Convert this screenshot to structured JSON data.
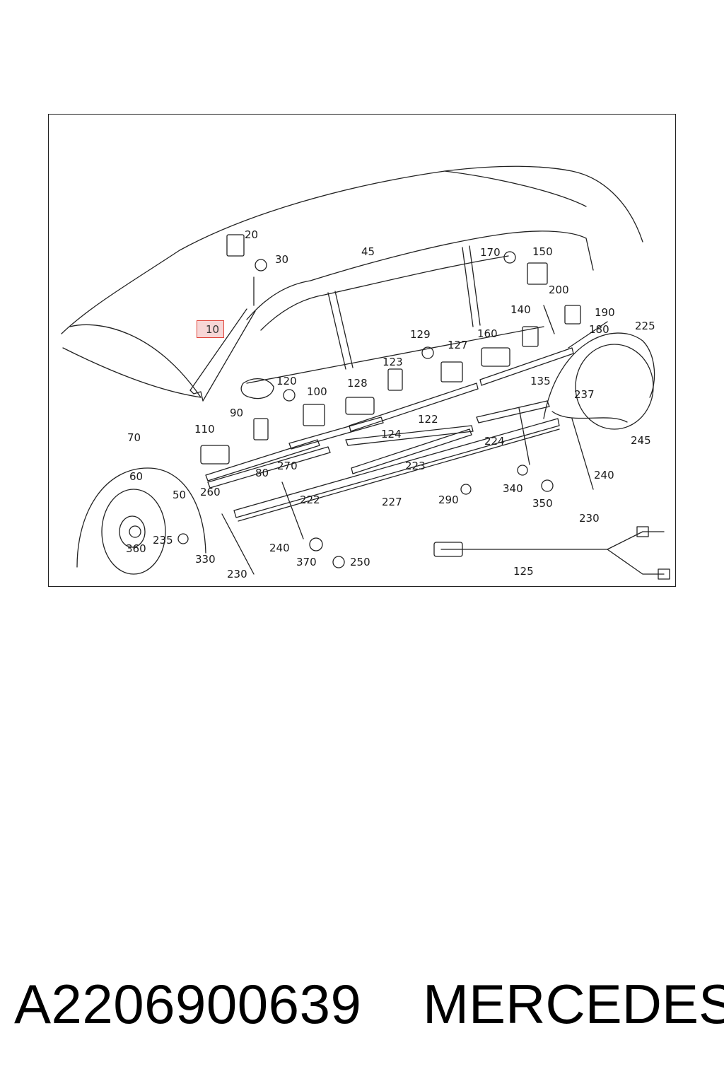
{
  "diagram": {
    "callouts": [
      {
        "label": "10",
        "highlighted": true
      },
      {
        "label": "20"
      },
      {
        "label": "30"
      },
      {
        "label": "45"
      },
      {
        "label": "170"
      },
      {
        "label": "150"
      },
      {
        "label": "200"
      },
      {
        "label": "190"
      },
      {
        "label": "180"
      },
      {
        "label": "225"
      },
      {
        "label": "140"
      },
      {
        "label": "129"
      },
      {
        "label": "127"
      },
      {
        "label": "160"
      },
      {
        "label": "123"
      },
      {
        "label": "128"
      },
      {
        "label": "120"
      },
      {
        "label": "100"
      },
      {
        "label": "135"
      },
      {
        "label": "237"
      },
      {
        "label": "90"
      },
      {
        "label": "122"
      },
      {
        "label": "124"
      },
      {
        "label": "245"
      },
      {
        "label": "110"
      },
      {
        "label": "70"
      },
      {
        "label": "224"
      },
      {
        "label": "270"
      },
      {
        "label": "80"
      },
      {
        "label": "223"
      },
      {
        "label": "240"
      },
      {
        "label": "60"
      },
      {
        "label": "340"
      },
      {
        "label": "260"
      },
      {
        "label": "50"
      },
      {
        "label": "290"
      },
      {
        "label": "350"
      },
      {
        "label": "222"
      },
      {
        "label": "227"
      },
      {
        "label": "230"
      },
      {
        "label": "360"
      },
      {
        "label": "235"
      },
      {
        "label": "240"
      },
      {
        "label": "330"
      },
      {
        "label": "370"
      },
      {
        "label": "250"
      },
      {
        "label": "125"
      },
      {
        "label": "230"
      }
    ]
  },
  "footer": {
    "part_number": "A2206900639",
    "brand": "MERCEDES"
  },
  "colors": {
    "highlight_border": "#e0443a",
    "highlight_fill": "#f7d6d6",
    "line": "#222222"
  }
}
